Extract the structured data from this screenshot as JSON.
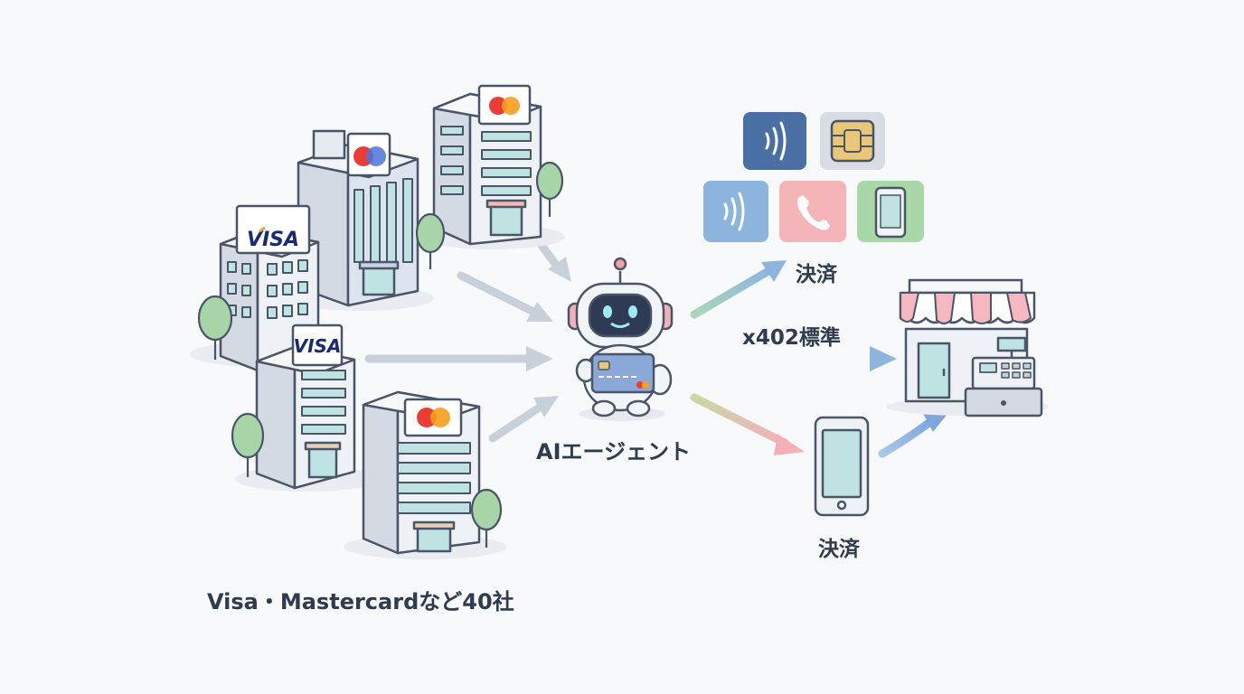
{
  "labels": {
    "companies": "Visa・Mastercardなど40社",
    "agent": "AIエージェント",
    "payment_top": "決済",
    "x402_standard": "x402標準",
    "payment_bottom": "決済"
  },
  "logos": {
    "visa": "VISA"
  },
  "colors": {
    "outline": "#4a5568",
    "building_front": "#eef1f5",
    "building_side": "#d4dae3",
    "window": "#bfe3e3",
    "visa_blue": "#1a2a72",
    "visa_gold": "#e9a23b",
    "mc_red": "#eb3c35",
    "mc_orange": "#f59e1b",
    "mc_blue": "#4a74d9",
    "contactless_dark": "#4a6fa5",
    "contactless_light": "#8bb5dc",
    "phone_tile": "#f4b4b8",
    "mobile_tile": "#a8d8a8",
    "chip_gold": "#e8c877",
    "tree": "#a8d5a8",
    "awning_pink": "#f5b8c0",
    "arrow_gray": "#c8d0da"
  },
  "icons": [
    "contactless-icon",
    "emv-chip-icon",
    "contactless-icon",
    "phone-call-icon",
    "smartphone-icon",
    "robot-icon",
    "credit-card-icon",
    "storefront-icon",
    "cash-register-icon",
    "smartphone-icon"
  ]
}
